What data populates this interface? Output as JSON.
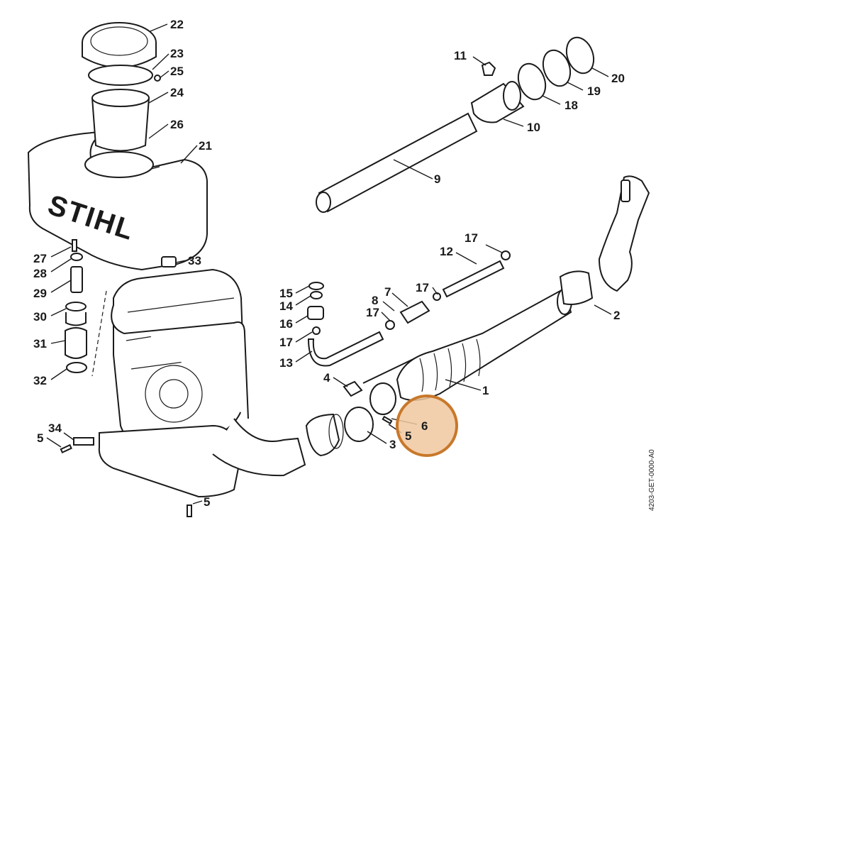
{
  "brand_text": "STIHL",
  "drawing_code": "4203-GET-0000-A0",
  "highlight": {
    "color": "#c8782a",
    "fill": "#f0c8a0",
    "target_part": "6"
  },
  "callouts": {
    "c22": "22",
    "c23": "23",
    "c25": "25",
    "c24": "24",
    "c26": "26",
    "c21": "21",
    "c27": "27",
    "c28": "28",
    "c29": "29",
    "c30": "30",
    "c31": "31",
    "c32": "32",
    "c33": "33",
    "c34": "34",
    "c5a": "5",
    "c5b": "5",
    "c5c": "5",
    "c11": "11",
    "c20": "20",
    "c19": "19",
    "c18": "18",
    "c10": "10",
    "c9": "9",
    "c17a": "17",
    "c12": "12",
    "c17b": "17",
    "c7": "7",
    "c8": "8",
    "c17c": "17",
    "c15": "15",
    "c14": "14",
    "c16": "16",
    "c17d": "17",
    "c13": "13",
    "c4": "4",
    "c1": "1",
    "c2": "2",
    "c3": "3",
    "c6": "6"
  }
}
